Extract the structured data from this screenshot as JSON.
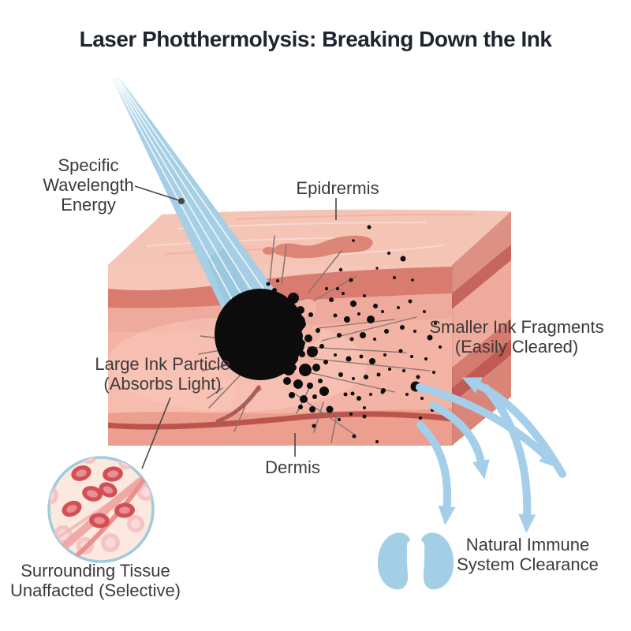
{
  "title": "Laser Photthermolysis: Breaking Down the Ink",
  "labels": {
    "wavelength": {
      "line1": "Specific",
      "line2": "Wavelength",
      "line3": "Energy"
    },
    "epidermis": {
      "text": "Epidrermis"
    },
    "large_ink": {
      "line1": "Large Ink Particle",
      "line2": "(Absorbs Light)"
    },
    "smaller_ink": {
      "line1": "Smaller Ink Fragments",
      "line2": "(Easily Cleared)"
    },
    "dermis": {
      "text": "Dermis"
    },
    "surrounding": {
      "line1": "Surrounding Tissue",
      "line2": "Unaffacted (Selective)"
    },
    "immune": {
      "line1": "Natural Immune",
      "line2": "System Clearance"
    }
  },
  "icons": {
    "immune_icon": "lungs-icon",
    "inset_icon": "tissue-microscope-inset"
  },
  "colors": {
    "background": "#ffffff",
    "title_text": "#1f2530",
    "label_text": "#3c3a3a",
    "laser_blue": "#a6cfe5",
    "laser_core": "#8fc2da",
    "arrow_blue": "#a4cee9",
    "icon_blue": "#a3cfe6",
    "ink_black": "#0c0c0c",
    "pointer_gray": "#4a4643",
    "motion_gray": "#8a7370",
    "skin_top": "#f4c4b5",
    "skin_top_streak": "#e6a090",
    "skin_blob": "#dd8577",
    "epidermis_light": "#f6c6b8",
    "epidermis_dark": "#d97c6f",
    "dermis_mid": "#eeab9d",
    "dermis_light": "#f3b4a6",
    "dermis_lighter": "#f9c9ba",
    "dermis_low": "#ec9e8f",
    "vessel_red": "#bb544c",
    "side_1": "#dd9184",
    "side_2": "#c5655c",
    "side_3": "#eeab9d",
    "side_4": "#d57a6e",
    "side_5": "#c05a52",
    "side_6": "#d98678",
    "inset_bg": "#fbe8de",
    "inset_border": "#9fcbdd",
    "rbc_fill": "#d24f56",
    "rbc_inner": "#e88f93",
    "cell_pink": "#f4c3c6",
    "cell_pink_inner": "#f9d9da",
    "vessel_strand": "#f0a5a2",
    "vessel_strand2": "#eb918d",
    "vessel_strand3": "#f6bdb8"
  },
  "illustration": {
    "fragments": [
      [
        352,
        378,
        4
      ],
      [
        363,
        388,
        6
      ],
      [
        372,
        377,
        3
      ],
      [
        381,
        393,
        5
      ],
      [
        357,
        403,
        3
      ],
      [
        370,
        409,
        7
      ],
      [
        384,
        411,
        4
      ],
      [
        394,
        399,
        3
      ],
      [
        360,
        421,
        4
      ],
      [
        376,
        426,
        8
      ],
      [
        391,
        429,
        5
      ],
      [
        403,
        419,
        3
      ],
      [
        356,
        441,
        5
      ],
      [
        368,
        446,
        6
      ],
      [
        383,
        449,
        4
      ],
      [
        396,
        446,
        7
      ],
      [
        408,
        439,
        3
      ],
      [
        358,
        463,
        6
      ],
      [
        372,
        466,
        4
      ],
      [
        387,
        469,
        8
      ],
      [
        401,
        466,
        5
      ],
      [
        413,
        459,
        3
      ],
      [
        364,
        483,
        5
      ],
      [
        378,
        487,
        6
      ],
      [
        393,
        489,
        4
      ],
      [
        406,
        483,
        3
      ],
      [
        370,
        501,
        4
      ],
      [
        385,
        506,
        5
      ],
      [
        399,
        503,
        3
      ],
      [
        411,
        496,
        6
      ],
      [
        381,
        516,
        3
      ],
      [
        396,
        519,
        4
      ],
      [
        348,
        368,
        3
      ],
      [
        340,
        360,
        2.5
      ],
      [
        352,
        356,
        2
      ],
      [
        420,
        380,
        3
      ],
      [
        435,
        372,
        2
      ],
      [
        448,
        385,
        4
      ],
      [
        462,
        375,
        2
      ],
      [
        476,
        388,
        3
      ],
      [
        425,
        400,
        2.5
      ],
      [
        440,
        405,
        4
      ],
      [
        455,
        398,
        2
      ],
      [
        470,
        405,
        5
      ],
      [
        485,
        395,
        2
      ],
      [
        430,
        425,
        3
      ],
      [
        446,
        430,
        2.5
      ],
      [
        460,
        425,
        4
      ],
      [
        475,
        430,
        2
      ],
      [
        490,
        420,
        3
      ],
      [
        425,
        450,
        2
      ],
      [
        442,
        455,
        3.5
      ],
      [
        458,
        452,
        2.5
      ],
      [
        472,
        458,
        4
      ],
      [
        488,
        450,
        2
      ],
      [
        432,
        475,
        3
      ],
      [
        448,
        480,
        2
      ],
      [
        464,
        478,
        3
      ],
      [
        480,
        475,
        2.5
      ],
      [
        494,
        468,
        2
      ],
      [
        438,
        500,
        2.5
      ],
      [
        455,
        505,
        3
      ],
      [
        470,
        500,
        2
      ],
      [
        486,
        495,
        3
      ],
      [
        445,
        525,
        2
      ],
      [
        462,
        528,
        2.5
      ],
      [
        418,
        519,
        4.5
      ],
      [
        447,
        499,
        2.5
      ],
      [
        485,
        497,
        2.5
      ],
      [
        505,
        390,
        2
      ],
      [
        520,
        382,
        2.5
      ],
      [
        538,
        395,
        2
      ],
      [
        552,
        410,
        2
      ],
      [
        510,
        415,
        3
      ],
      [
        526,
        420,
        2
      ],
      [
        545,
        428,
        3.5
      ],
      [
        558,
        440,
        2
      ],
      [
        508,
        445,
        2.5
      ],
      [
        522,
        452,
        2
      ],
      [
        540,
        455,
        2
      ],
      [
        512,
        470,
        2
      ],
      [
        530,
        478,
        2.5
      ],
      [
        550,
        472,
        2
      ],
      [
        516,
        500,
        2
      ],
      [
        535,
        505,
        2
      ],
      [
        527,
        490,
        6.5
      ],
      [
        548,
        520,
        2
      ],
      [
        533,
        530,
        2
      ],
      [
        468,
        288,
        2.5
      ],
      [
        493,
        321,
        2
      ],
      [
        511,
        328,
        3.5
      ],
      [
        448,
        305,
        1.8
      ],
      [
        432,
        342,
        2.2
      ],
      [
        500,
        352,
        2
      ],
      [
        523,
        355,
        1.8
      ],
      [
        478,
        340,
        1.6
      ],
      [
        445,
        355,
        2.5
      ],
      [
        428,
        366,
        2
      ],
      [
        414,
        366,
        2
      ],
      [
        430,
        532,
        2
      ],
      [
        398,
        540,
        2.5
      ],
      [
        449,
        553,
        2.5
      ],
      [
        478,
        560,
        2
      ],
      [
        462,
        517,
        2
      ]
    ],
    "motion_lines": [
      [
        372,
        396,
        452,
        350
      ],
      [
        386,
        418,
        500,
        405
      ],
      [
        390,
        440,
        515,
        447
      ],
      [
        382,
        470,
        500,
        497
      ],
      [
        372,
        498,
        448,
        550
      ],
      [
        398,
        455,
        545,
        470
      ],
      [
        408,
        432,
        528,
        402
      ]
    ],
    "impact_lines": [
      [
        348,
        299,
        342,
        357
      ],
      [
        363,
        311,
        357,
        360
      ],
      [
        433,
        318,
        391,
        371
      ],
      [
        252,
        449,
        296,
        441
      ],
      [
        257,
        470,
        300,
        460
      ],
      [
        254,
        426,
        297,
        431
      ],
      [
        263,
        505,
        282,
        492
      ],
      [
        297,
        547,
        316,
        503
      ],
      [
        265,
        517,
        308,
        472
      ],
      [
        274,
        541,
        331,
        493
      ],
      [
        376,
        524,
        392,
        492
      ],
      [
        398,
        548,
        410,
        510
      ],
      [
        420,
        561,
        427,
        526
      ]
    ]
  }
}
